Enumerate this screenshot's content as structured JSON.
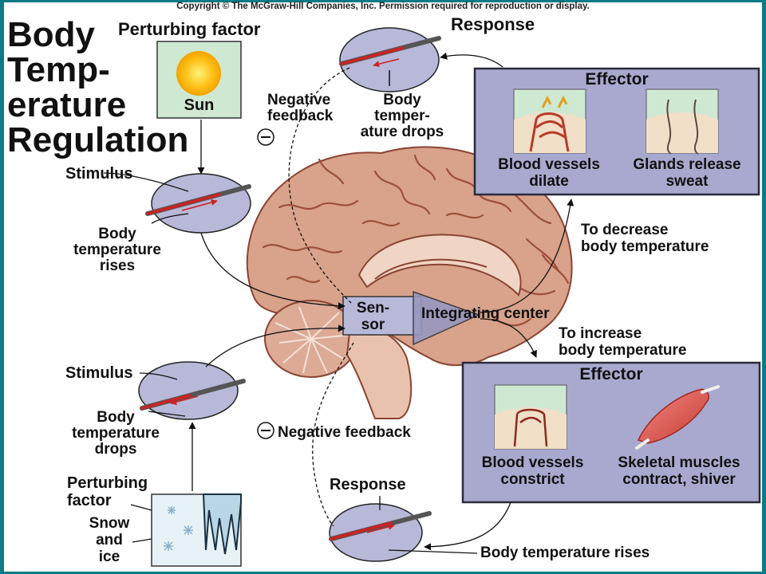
{
  "copyright": "Copyright © The McGraw-Hill Companies, Inc. Permission required for reproduction or display.",
  "title_lines": [
    "Body",
    "Temp-",
    "erature",
    "Regulation"
  ],
  "top_left": {
    "perturbing_factor": "Perturbing factor",
    "sun": "Sun",
    "stimulus": "Stimulus",
    "body_temperature_rises": [
      "Body",
      "temperature",
      "rises"
    ]
  },
  "top_response": {
    "response": "Response",
    "body_temper_ature_drops": [
      "Body",
      "temper-",
      "ature drops"
    ],
    "negative_feedback": [
      "Negative",
      "feedback"
    ],
    "minus": "–"
  },
  "effector_top": {
    "title": "Effector",
    "left_label": [
      "Blood vessels",
      "dilate"
    ],
    "right_label": [
      "Glands release",
      "sweat"
    ]
  },
  "to_decrease": [
    "To decrease",
    "body temperature"
  ],
  "sensor": [
    "Sen-",
    "sor"
  ],
  "integrating_center": "Integrating center",
  "to_increase": [
    "To increase",
    "body temperature"
  ],
  "effector_bottom": {
    "title": "Effector",
    "left_label": [
      "Blood vessels",
      "constrict"
    ],
    "right_label": [
      "Skeletal muscles",
      "contract, shiver"
    ]
  },
  "bottom_left": {
    "stimulus": "Stimulus",
    "body_temperature_drops": [
      "Body",
      "temperature",
      "drops"
    ],
    "perturbing_factor": [
      "Perturbing",
      "factor"
    ],
    "snow_and_ice": [
      "Snow",
      "and",
      "ice"
    ]
  },
  "bottom_feedback": {
    "minus": "–",
    "negative_feedback": "Negative feedback"
  },
  "bottom_response": {
    "response": "Response",
    "body_temperature_rises": "Body temperature rises"
  },
  "colors": {
    "oval_fill": "#b8b8d8",
    "effector_fill": "#a9a9cf",
    "effector_border": "#2a2a3a",
    "green_panel": "#cfe8d2",
    "brain": "#d9a28a",
    "brain_dark": "#a0563f",
    "frame": "#0b7c86",
    "thermometer_red": "#cc2222",
    "thermometer_blue": "#3a5a9a"
  }
}
